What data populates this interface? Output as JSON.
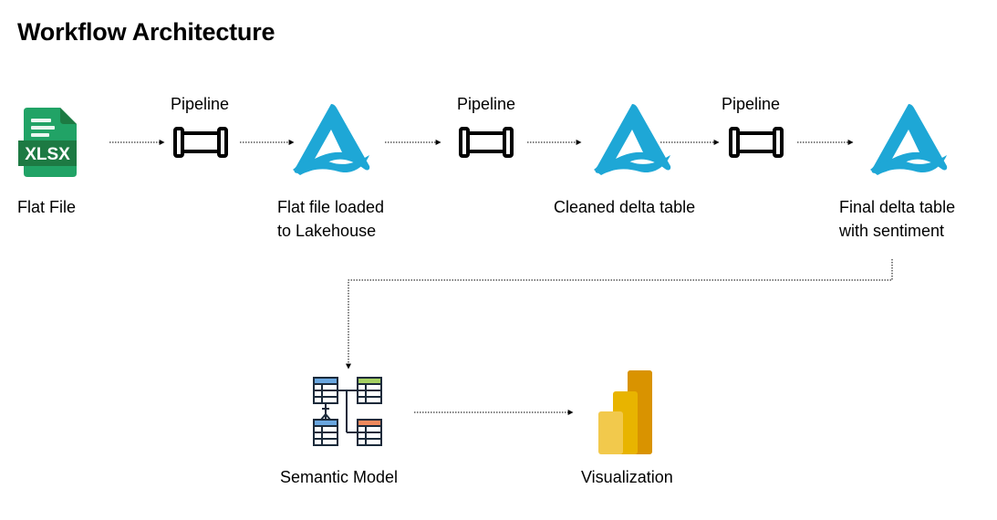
{
  "title": "Workflow Architecture",
  "nodes": {
    "flat_file": {
      "label": "Flat File",
      "icon_text": "XLSX",
      "icon": "xlsx-file-icon"
    },
    "pipeline_1": {
      "label": "Pipeline",
      "icon": "pipeline-icon"
    },
    "lakehouse": {
      "line1": "Flat file loaded",
      "line2": "to Lakehouse",
      "icon": "fabric-lakehouse-icon"
    },
    "pipeline_2": {
      "label": "Pipeline",
      "icon": "pipeline-icon"
    },
    "cleaned": {
      "label": "Cleaned delta table",
      "icon": "fabric-lakehouse-icon"
    },
    "pipeline_3": {
      "label": "Pipeline",
      "icon": "pipeline-icon"
    },
    "final": {
      "line1": "Final delta table",
      "line2": "with sentiment",
      "icon": "fabric-lakehouse-icon"
    },
    "semantic_model": {
      "label": "Semantic Model",
      "icon": "semantic-model-icon"
    },
    "visualization": {
      "label": "Visualization",
      "icon": "power-bi-icon"
    }
  },
  "colors": {
    "fabric_blue": "#1ea7d6",
    "excel_green_dark": "#1d7a43",
    "excel_green": "#21a366",
    "excel_green_light": "#33c481",
    "table_blue": "#6aa7e0",
    "table_green": "#a6d163",
    "table_orange": "#f08a5d",
    "powerbi_dark": "#c87a00",
    "powerbi_mid": "#e8b400",
    "powerbi_light": "#f2c94c"
  }
}
